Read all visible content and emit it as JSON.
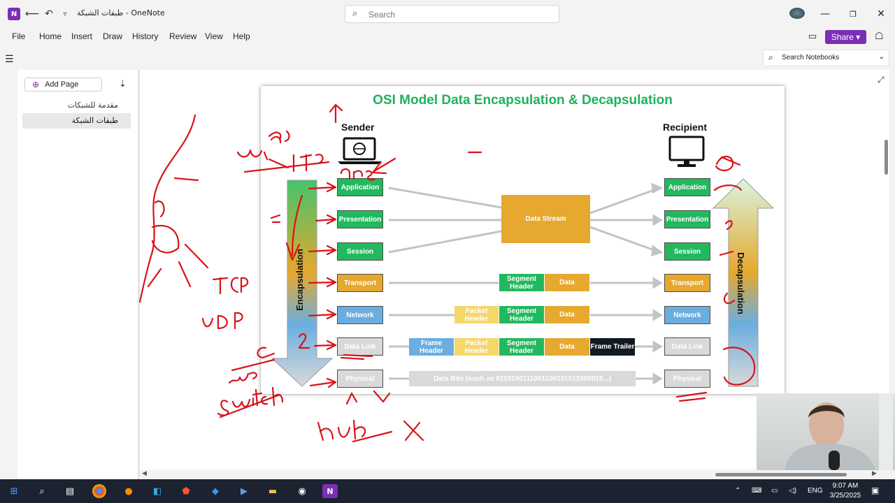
{
  "titlebar": {
    "title": "طبقات الشبكة  -  OneNote",
    "search_placeholder": "Search"
  },
  "menu": [
    "File",
    "Home",
    "Insert",
    "Draw",
    "History",
    "Review",
    "View",
    "Help"
  ],
  "share_label": "Share",
  "search_notebooks": "Search Notebooks",
  "pagelist": {
    "add_page": "Add Page",
    "pages": [
      "مقدمة للشبكات",
      "طبقات الشبكة"
    ]
  },
  "slide": {
    "title": "OSI Model Data Encapsulation & Decapsulation",
    "sender": "Sender",
    "recipient": "Recipient",
    "encapsulation": "Encapsulation",
    "decapsulation": "Decapsulation",
    "layers": [
      "Application",
      "Presentation",
      "Session",
      "Transport",
      "Network",
      "Data Link",
      "Physical"
    ],
    "data_stream": "Data Stream",
    "segment_header": "Segment Header",
    "packet_header": "Packet Header",
    "frame_header": "Frame Header",
    "frame_trailer": "Frame Trailer",
    "data": "Data",
    "data_bits": "Data Bits (such as 0110100111001100101011000010...)"
  },
  "handwriting": [
    "TCP",
    "UDP",
    "mac",
    "Switch",
    "hub",
    "http",
    "dns"
  ],
  "taskbar": {
    "lang": "ENG",
    "time": "9:07 AM",
    "date": "3/25/2025"
  },
  "colors": {
    "onenote_purple": "#7b2fb5",
    "slide_green": "#1fb25a",
    "layer_orange": "#e6a82e",
    "layer_blue": "#6aaee0",
    "ink_red": "#d8131b"
  }
}
